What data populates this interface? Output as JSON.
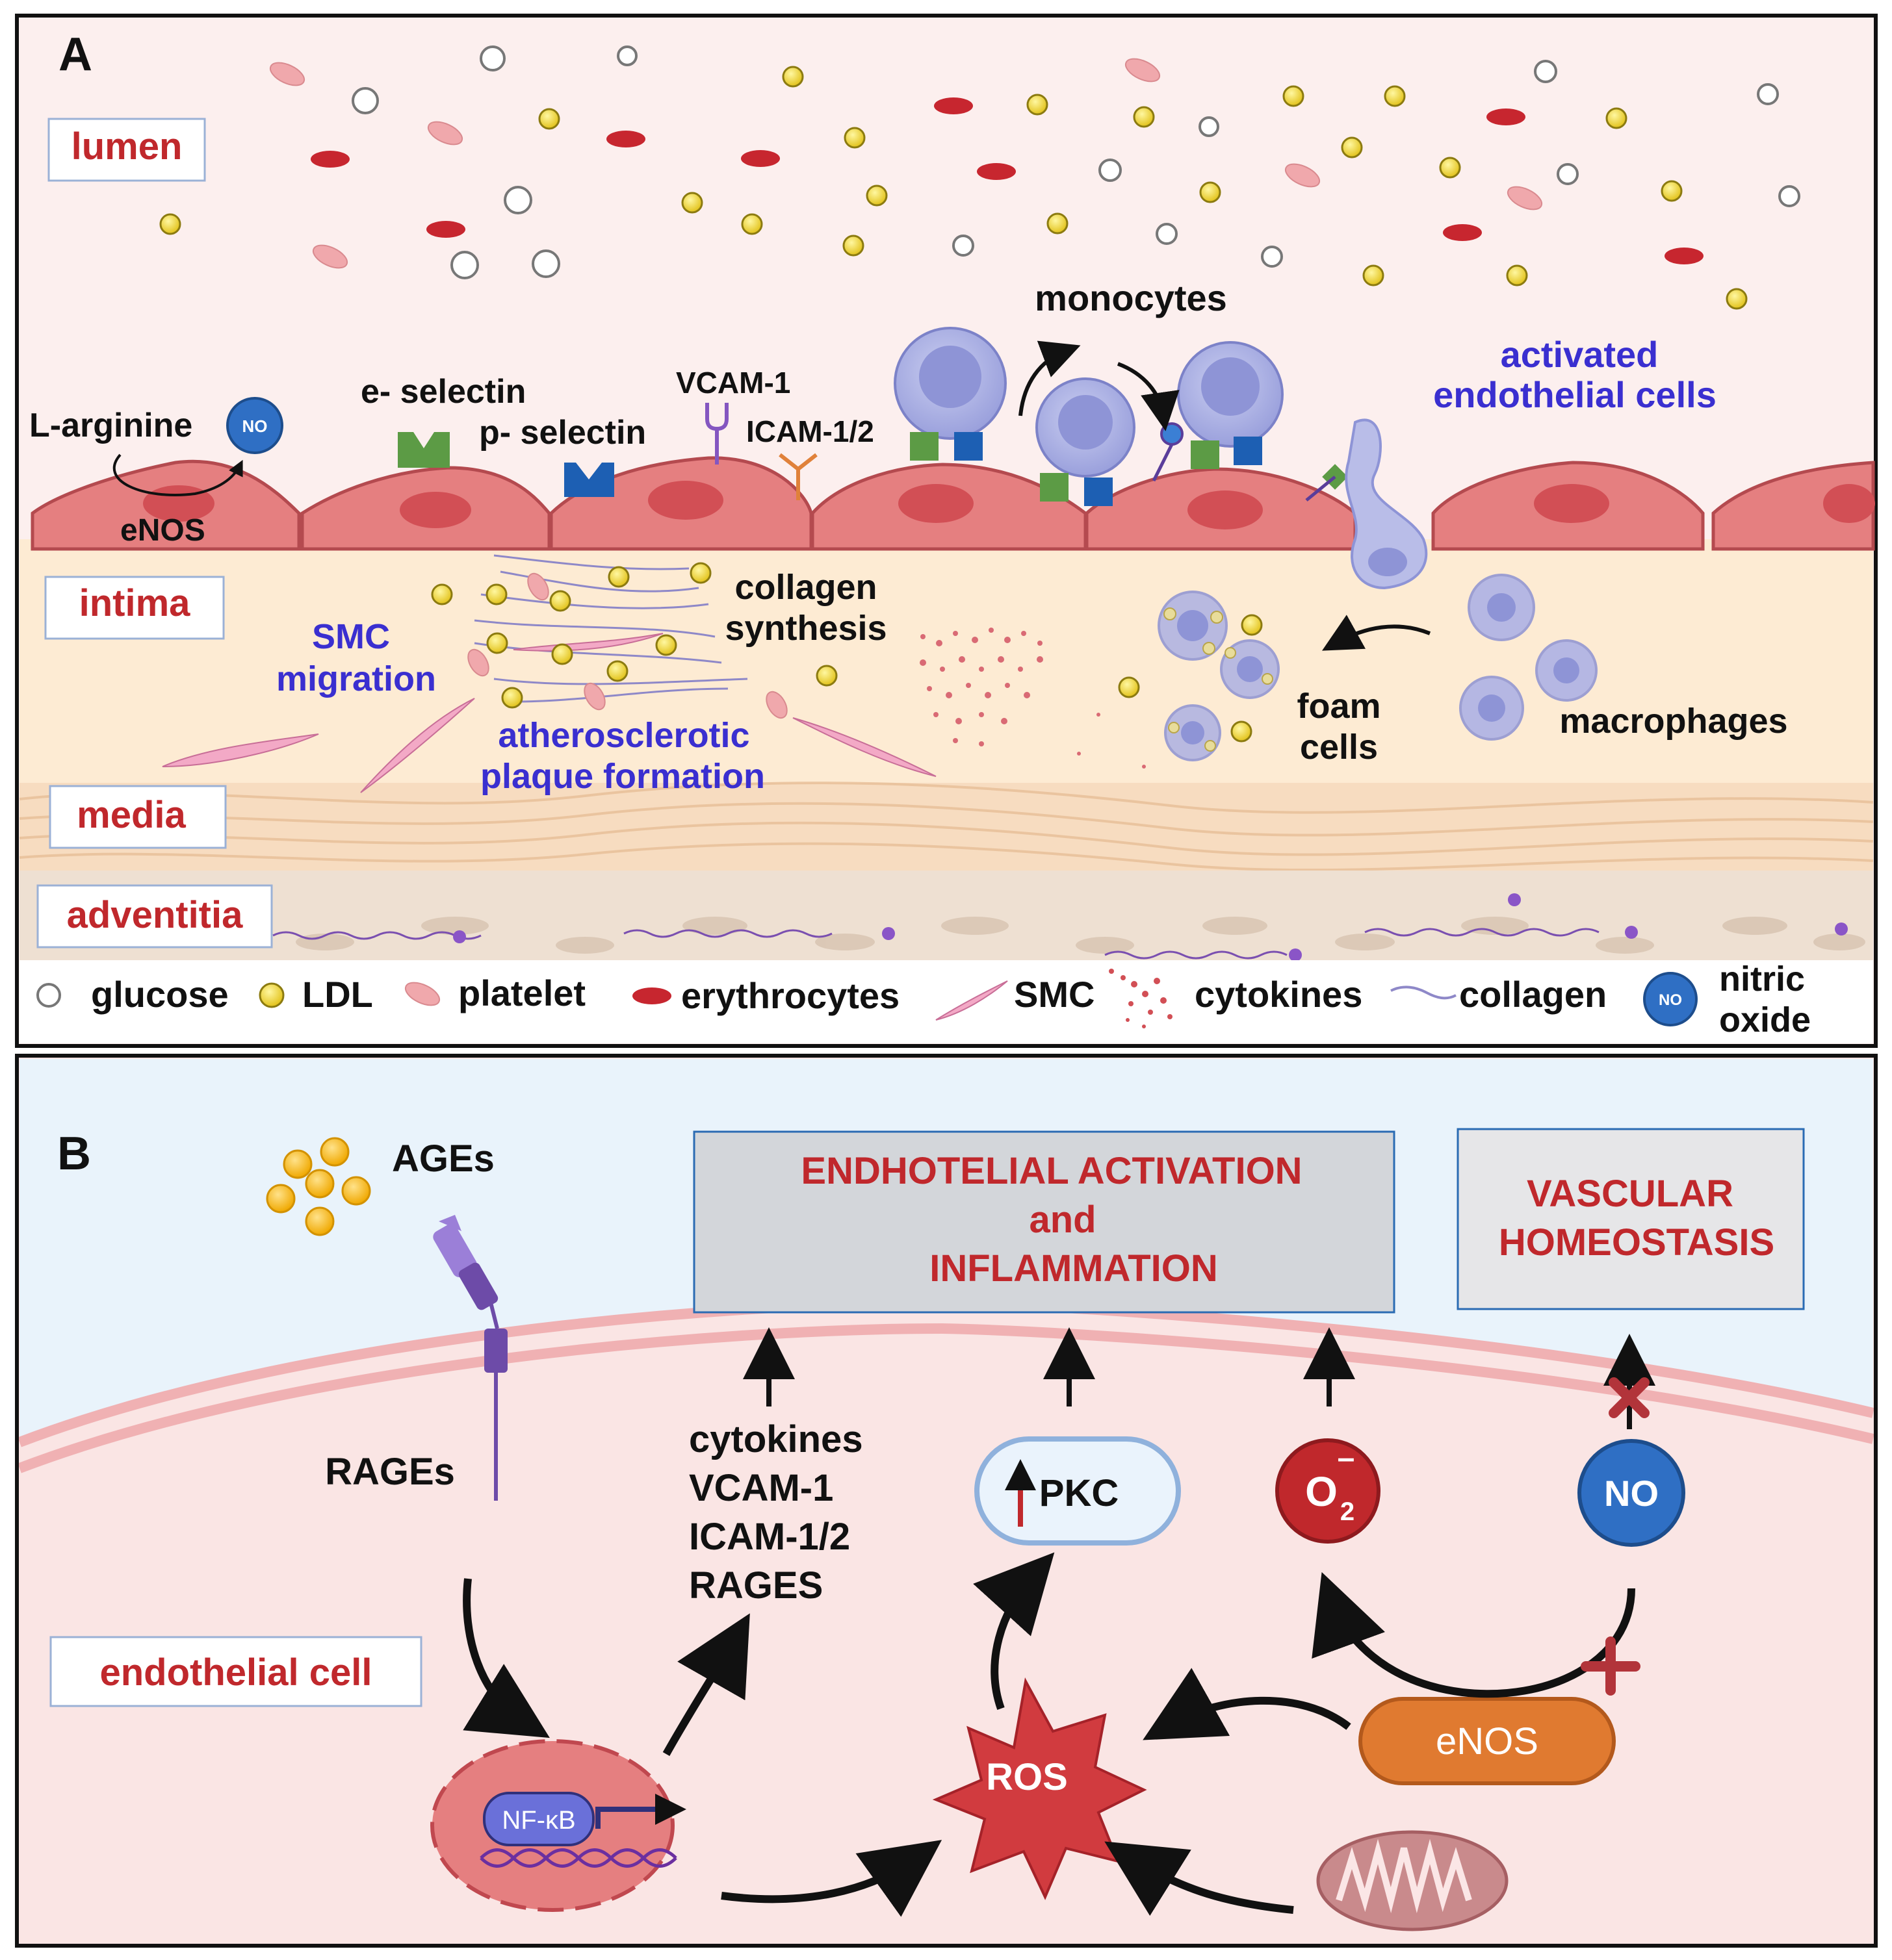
{
  "panel_a": {
    "letter": "A",
    "layers": {
      "lumen": "lumen",
      "intima": "intima",
      "media": "media",
      "adventitia": "adventitia"
    },
    "labels": {
      "l_arginine": "L-arginine",
      "no_badge": "NO",
      "enos": "eNOS",
      "e_selectin": "e- selectin",
      "p_selectin": "p- selectin",
      "vcam1": "VCAM-1",
      "icam12": "ICAM-1/2",
      "monocytes": "monocytes",
      "activated_1": "activated",
      "activated_2": "endothelial cells",
      "collagen_1": "collagen",
      "collagen_2": "synthesis",
      "smc_1": "SMC",
      "smc_2": "migration",
      "athero_1": "atherosclerotic",
      "athero_2": "plaque formation",
      "foam_1": "foam",
      "foam_2": "cells",
      "macrophages": "macrophages"
    },
    "legend": {
      "glucose": "glucose",
      "ldl": "LDL",
      "platelet": "platelet",
      "erythrocytes": "erythrocytes",
      "smc": "SMC",
      "cytokines": "cytokines",
      "collagen": "collagen",
      "no_icon": "NO",
      "nitric_1": "nitric",
      "nitric_2": "oxide"
    }
  },
  "panel_b": {
    "letter": "B",
    "ages": "AGEs",
    "rages": "RAGEs",
    "endothelial_cell": "endothelial cell",
    "box_activation": {
      "line1": "ENDHOTELIAL ACTIVATION",
      "line2": "and",
      "line3": "INFLAMMATION"
    },
    "box_homeostasis": {
      "line1": "VASCULAR",
      "line2": "HOMEOSTASIS"
    },
    "mediators": [
      "cytokines",
      "VCAM-1",
      "ICAM-1/2",
      "RAGES"
    ],
    "pkc": "PKC",
    "o2_main": "O",
    "o2_sub": "2",
    "o2_sup": "–",
    "no": "NO",
    "nfkb": "NF-κB",
    "ros": "ROS",
    "enos": "eNOS"
  },
  "colors": {
    "label_red": "#c0282c",
    "label_blue": "#3a2fd0",
    "lumen_bg": "#fcefee",
    "intima_bg": "#fdebd3",
    "panel_b_top": "#e9f3fb",
    "panel_b_cell": "#fae5e4",
    "endothelium": "#e57f80",
    "ldl": "#f1e02c",
    "ros": "#d13b3f",
    "enos": "#e07a30",
    "no_blue": "#2f6fc4"
  }
}
